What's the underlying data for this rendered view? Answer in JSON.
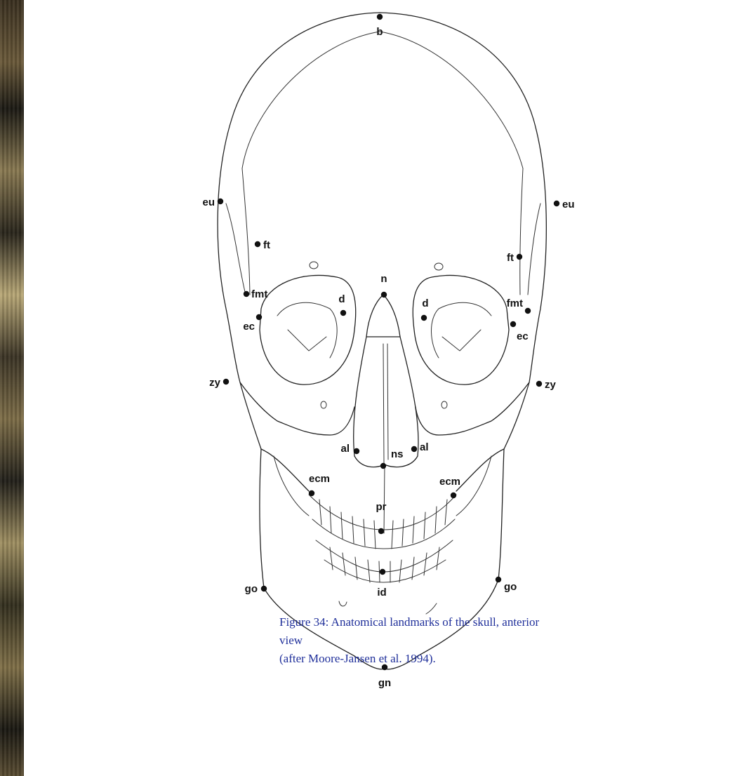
{
  "figure": {
    "caption_lines": [
      "Figure 34: Anatomical landmarks of the skull, anterior",
      "view",
      "(after Moore-Jansen et al. 1994)."
    ],
    "caption_color": "#1f2f9a"
  },
  "landmarks": [
    {
      "id": "b",
      "label": "b"
    },
    {
      "id": "eu-r",
      "label": "eu"
    },
    {
      "id": "eu-l",
      "label": "eu"
    },
    {
      "id": "ft-r",
      "label": "ft"
    },
    {
      "id": "ft-l",
      "label": "ft"
    },
    {
      "id": "n",
      "label": "n"
    },
    {
      "id": "fmt-r",
      "label": "fmt"
    },
    {
      "id": "fmt-l",
      "label": "fmt"
    },
    {
      "id": "d-r",
      "label": "d"
    },
    {
      "id": "d-l",
      "label": "d"
    },
    {
      "id": "ec-r",
      "label": "ec"
    },
    {
      "id": "ec-l",
      "label": "ec"
    },
    {
      "id": "zy-r",
      "label": "zy"
    },
    {
      "id": "zy-l",
      "label": "zy"
    },
    {
      "id": "al-r",
      "label": "al"
    },
    {
      "id": "al-l",
      "label": "al"
    },
    {
      "id": "ns",
      "label": "ns"
    },
    {
      "id": "ecm-r",
      "label": "ecm"
    },
    {
      "id": "ecm-l",
      "label": "ecm"
    },
    {
      "id": "pr",
      "label": "pr"
    },
    {
      "id": "go-r",
      "label": "go"
    },
    {
      "id": "go-l",
      "label": "go"
    },
    {
      "id": "id",
      "label": "id"
    },
    {
      "id": "gn",
      "label": "gn"
    }
  ]
}
